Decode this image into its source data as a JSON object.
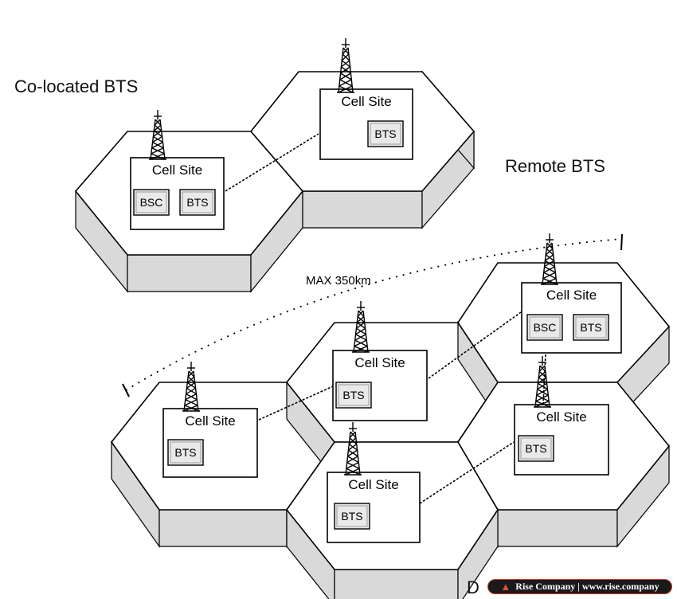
{
  "labels": {
    "colocated": "Co-located BTS",
    "remote": "Remote BTS",
    "daisy": "D",
    "max_range": "MAX 350km"
  },
  "unit_names": {
    "bsc": "BSC",
    "bts": "BTS"
  },
  "cell_site_label": "Cell Site",
  "cell_sites": [
    {
      "units": [
        "BSC",
        "BTS"
      ]
    },
    {
      "units": [
        "BTS"
      ]
    },
    {
      "units": [
        "BSC",
        "BTS"
      ]
    },
    {
      "units": [
        "BTS"
      ]
    },
    {
      "units": [
        "BTS"
      ]
    },
    {
      "units": [
        "BTS"
      ]
    },
    {
      "units": [
        "BTS"
      ]
    }
  ],
  "watermark": {
    "text": "Rise Company | www.rise.company",
    "icon": "flame-icon",
    "colors": {
      "background": "#1a1a1a",
      "text": "#ffffff",
      "accent": "#e74c3c"
    }
  }
}
